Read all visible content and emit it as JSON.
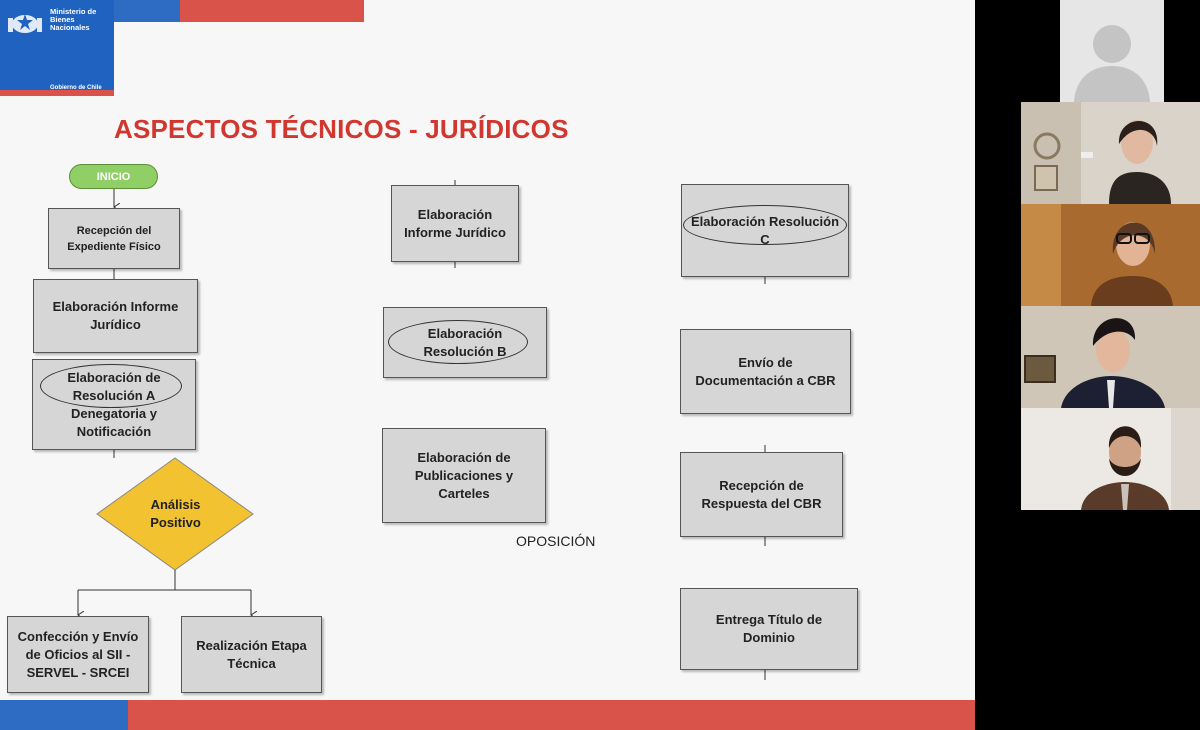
{
  "logo": {
    "line1": "Ministerio de",
    "line2": "Bienes",
    "line3": "Nacionales",
    "footer": "Gobierno de Chile"
  },
  "title": "ASPECTOS TÉCNICOS - JURÍDICOS",
  "flow": {
    "inicio": "INICIO",
    "recepcion": [
      "Recepción del",
      "Expediente Físico"
    ],
    "informe_left": [
      "Elaboración Informe",
      "Jurídico"
    ],
    "resolucion_a": [
      "Elaboración de",
      "Resolución A",
      "Denegatoria y",
      "Notificación"
    ],
    "analisis": [
      "Análisis",
      "Positivo"
    ],
    "oficios": [
      "Confección y Envío",
      "de Oficios al SII -",
      "SERVEL - SRCEI"
    ],
    "etapa_tecnica": [
      "Realización Etapa",
      "Técnica"
    ],
    "informe_mid": [
      "Elaboración",
      "Informe Jurídico"
    ],
    "resolucion_b": [
      "Elaboración",
      "Resolución B"
    ],
    "publicaciones": [
      "Elaboración de",
      "Publicaciones y",
      "Carteles"
    ],
    "oposicion": "OPOSICIÓN",
    "resolucion_c": [
      "Elaboración Resolución",
      "C"
    ],
    "envio_cbr": [
      "Envío de",
      "Documentación a CBR"
    ],
    "respuesta_cbr": [
      "Recepción de",
      "Respuesta del CBR"
    ],
    "entrega": [
      "Entrega Título de",
      "Dominio"
    ]
  },
  "colors": {
    "title_red": "#d2372f",
    "brand_blue": "#2e6bc3",
    "brand_red": "#d9534a",
    "inicio_green": "#8fcf65",
    "diamond_yellow": "#f2c230"
  },
  "participants": [
    {
      "name": "participant-placeholder"
    },
    {
      "name": "participant-1"
    },
    {
      "name": "participant-2"
    },
    {
      "name": "participant-3"
    },
    {
      "name": "participant-4"
    }
  ]
}
